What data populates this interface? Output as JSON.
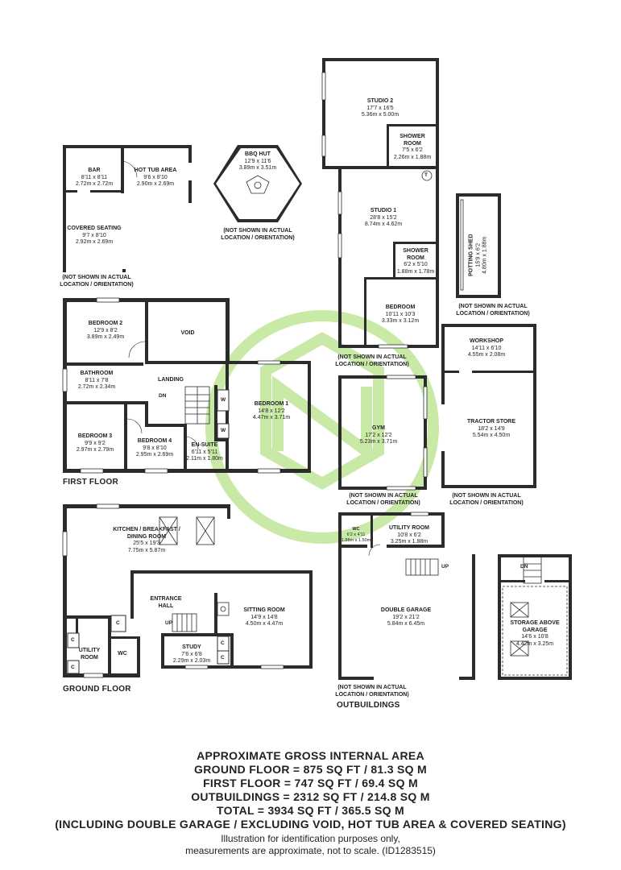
{
  "rooms": {
    "bar": {
      "name": "BAR",
      "dims": "8'11 x 8'11",
      "metric": "2.72m x 2.72m"
    },
    "hot_tub": {
      "name": "HOT TUB AREA",
      "dims": "9'6 x 8'10",
      "metric": "2.90m x 2.69m"
    },
    "covered_seating": {
      "name": "COVERED SEATING",
      "dims": "9'7 x 8'10",
      "metric": "2.92m x 2.69m"
    },
    "bbq_hut": {
      "name": "BBQ HUT",
      "dims": "12'9 x 11'6",
      "metric": "3.89m x 3.51m"
    },
    "studio2": {
      "name": "STUDIO 2",
      "dims": "17'7 x 16'5",
      "metric": "5.36m x 5.00m"
    },
    "shower_room_1": {
      "name": "SHOWER ROOM",
      "dims": "7'5 x 6'2",
      "metric": "2.26m x 1.88m"
    },
    "studio1": {
      "name": "STUDIO 1",
      "dims": "28'8 x 15'2",
      "metric": "8.74m x 4.62m"
    },
    "shower_room_2": {
      "name": "SHOWER ROOM",
      "dims": "6'2 x 5'10",
      "metric": "1.88m x 1.78m"
    },
    "studio_bedroom": {
      "name": "BEDROOM",
      "dims": "10'11 x 10'3",
      "metric": "3.33m x 3.12m"
    },
    "potting_shed": {
      "name": "POTTING SHED",
      "dims": "15'9 x 6'2",
      "metric": "4.80m x 1.88m"
    },
    "bedroom2": {
      "name": "BEDROOM 2",
      "dims": "12'9 x 8'2",
      "metric": "3.89m x 2.49m"
    },
    "void": {
      "name": "VOID"
    },
    "bathroom": {
      "name": "BATHROOM",
      "dims": "8'11 x 7'8",
      "metric": "2.72m x 2.34m"
    },
    "landing": {
      "name": "LANDING"
    },
    "bedroom1": {
      "name": "BEDROOM 1",
      "dims": "14'8 x 12'2",
      "metric": "4.47m x 3.71m"
    },
    "bedroom3": {
      "name": "BEDROOM 3",
      "dims": "9'9 x 9'2",
      "metric": "2.97m x 2.79m"
    },
    "bedroom4": {
      "name": "BEDROOM 4",
      "dims": "9'8 x 8'10",
      "metric": "2.95m x 2.69m"
    },
    "ensuite": {
      "name": "EN-SUITE",
      "dims": "6'11 x 5'11",
      "metric": "2.11m x 1.80m"
    },
    "workshop": {
      "name": "WORKSHOP",
      "dims": "14'11 x 6'10",
      "metric": "4.55m x 2.08m"
    },
    "tractor_store": {
      "name": "TRACTOR STORE",
      "dims": "18'2 x 14'9",
      "metric": "5.54m x 4.50m"
    },
    "gym": {
      "name": "GYM",
      "dims": "17'2 x 12'2",
      "metric": "5.23m x 3.71m"
    },
    "kitchen": {
      "name": "KITCHEN / BREAKFAST / DINING ROOM",
      "name_line1": "KITCHEN / BREAKFAST /",
      "name_line2": "DINING ROOM",
      "dims": "25'5 x 19'3",
      "metric": "7.75m x 5.87m"
    },
    "entrance_hall": {
      "name_line1": "ENTRANCE",
      "name_line2": "HALL"
    },
    "sitting_room": {
      "name": "SITTING ROOM",
      "dims": "14'9 x 14'8",
      "metric": "4.50m x 4.47m"
    },
    "utility_gf": {
      "name_line1": "UTILITY",
      "name_line2": "ROOM"
    },
    "wc_gf": {
      "name": "WC"
    },
    "study": {
      "name": "STUDY",
      "dims": "7'6 x 6'8",
      "metric": "2.29m x 2.03m"
    },
    "wc_ob": {
      "name": "WC",
      "dims": "6'2 x 4'11",
      "metric": "1.88m x 1.50m"
    },
    "utility_ob": {
      "name": "UTILITY ROOM",
      "dims": "10'8 x 6'2",
      "metric": "3.25m x 1.88m"
    },
    "double_garage": {
      "name": "DOUBLE GARAGE",
      "dims": "19'2 x 21'2",
      "metric": "5.84m x 6.45m"
    },
    "storage_above_garage": {
      "name_line1": "STORAGE ABOVE",
      "name_line2": "GARAGE",
      "dims": "14'6 x 10'8",
      "metric": "4.42m x 3.25m"
    }
  },
  "notes": {
    "line1": "(NOT SHOWN IN ACTUAL",
    "line2": "LOCATION / ORIENTATION)"
  },
  "markers": {
    "dn": "DN",
    "up": "UP",
    "w": "W",
    "c": "C",
    "t": "T"
  },
  "floor_labels": {
    "first_floor": "FIRST FLOOR",
    "ground_floor": "GROUND FLOOR",
    "outbuildings": "OUTBUILDINGS"
  },
  "summary": {
    "heading": "APPROXIMATE GROSS INTERNAL AREA",
    "ground_floor": "GROUND FLOOR = 875 SQ FT / 81.3 SQ M",
    "first_floor": "FIRST FLOOR = 747 SQ FT / 69.4 SQ M",
    "outbuildings": "OUTBUILDINGS = 2312 SQ FT / 214.8 SQ M",
    "total": "TOTAL = 3934 SQ FT / 365.5 SQ M",
    "inclusion": "(INCLUDING DOUBLE GARAGE / EXCLUDING VOID, HOT TUB AREA & COVERED SEATING)",
    "footnote1": "Illustration for identification purposes only,",
    "footnote2": "measurements are approximate, not to scale. (ID1283515)"
  },
  "colors": {
    "walls": "#2b2b2b",
    "watermark": "#c8eaa6",
    "background": "#ffffff"
  }
}
